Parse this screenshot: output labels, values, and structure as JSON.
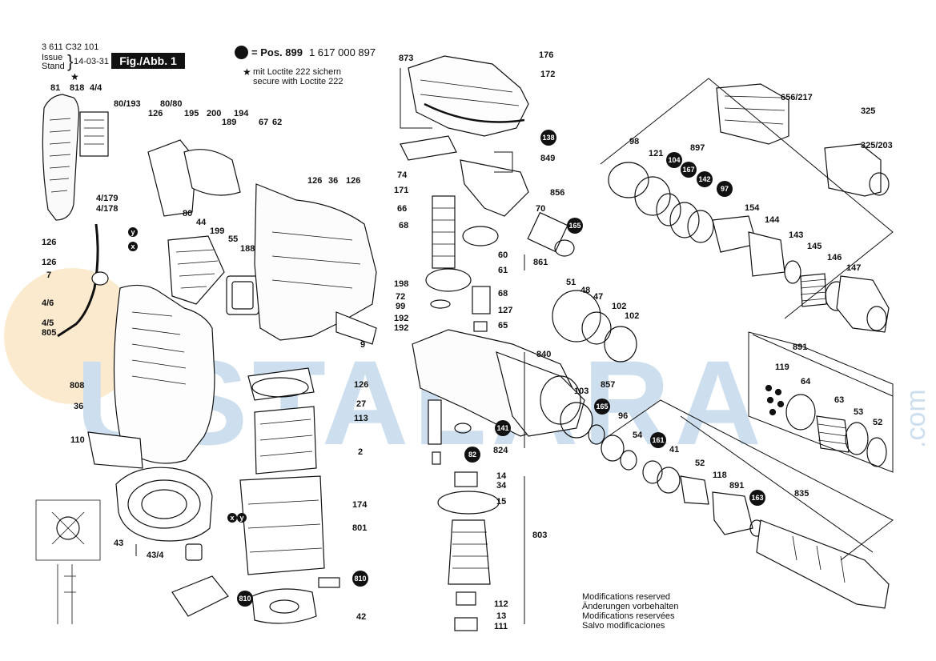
{
  "header": {
    "doc_number": "3 611 C32 101",
    "issue_label": "Issue",
    "stand_label": "Stand",
    "issue_date": "14-03-31",
    "figure_label": "Fig./Abb. 1",
    "pos_label": "= Pos. 899",
    "pos_part_number": "1 617 000 897",
    "loctite_de": "mit Loctite 222 sichern",
    "loctite_en": "secure with Loctite 222"
  },
  "footer": {
    "modifications": [
      "Modifications reserved",
      "Änderungen vorbehalten",
      "Modifications reservées",
      "Salvo modificaciones"
    ]
  },
  "watermark": {
    "text": "USTALARA",
    "suffix": ".com",
    "color": "#1f6fb5",
    "accent": "#f0a020"
  },
  "labels": [
    "81",
    "818",
    "4/4",
    "80/193",
    "80/80",
    "126",
    "195",
    "200",
    "189",
    "194",
    "67",
    "62",
    "126",
    "36",
    "126",
    "4/179",
    "4/178",
    "80",
    "44",
    "199",
    "55",
    "188",
    "126",
    "126",
    "7",
    "4/6",
    "4/5",
    "805",
    "808",
    "36",
    "110",
    "43",
    "43/4",
    "42",
    "9",
    "126",
    "27",
    "113",
    "2",
    "174",
    "801",
    "873",
    "176",
    "172",
    "849",
    "74",
    "171",
    "66",
    "856",
    "70",
    "68",
    "60",
    "61",
    "861",
    "198",
    "72",
    "99",
    "68",
    "127",
    "192",
    "192",
    "65",
    "840",
    "103",
    "857",
    "824",
    "14",
    "34",
    "15",
    "803",
    "112",
    "13",
    "111",
    "656/217",
    "325",
    "325/203",
    "98",
    "121",
    "897",
    "154",
    "144",
    "143",
    "145",
    "146",
    "147",
    "51",
    "48",
    "47",
    "102",
    "102",
    "891",
    "119",
    "64",
    "63",
    "53",
    "52",
    "96",
    "54",
    "41",
    "52",
    "118",
    "891",
    "835"
  ],
  "circle_markers": [
    "138",
    "165",
    "165",
    "104",
    "167",
    "142",
    "97",
    "141",
    "82",
    "161",
    "163",
    "810",
    "810",
    "y",
    "x",
    "x",
    "y"
  ],
  "colors": {
    "ink": "#111111",
    "watermark_blue": "#1f6fb5",
    "watermark_orange": "#f0a020"
  }
}
